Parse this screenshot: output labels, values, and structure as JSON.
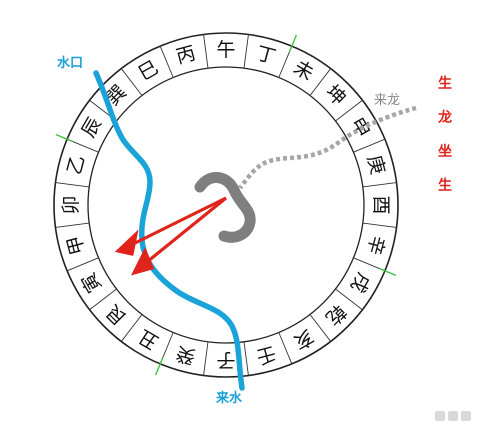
{
  "ring": {
    "characters": [
      "午",
      "丁",
      "未",
      "坤",
      "申",
      "庚",
      "酉",
      "辛",
      "戌",
      "乾",
      "亥",
      "壬",
      "子",
      "癸",
      "丑",
      "艮",
      "寅",
      "甲",
      "卯",
      "乙",
      "辰",
      "巽",
      "巳",
      "丙"
    ]
  },
  "labels": {
    "water_outlet": "水口",
    "incoming_water": "来水",
    "incoming_dragon": "来龙",
    "side_text": [
      "生",
      "龙",
      "坐",
      "生"
    ]
  },
  "colors": {
    "river": "#1aa3d9",
    "arrow": "#e0231b",
    "dragon_path": "#a6a6a6",
    "marker": "#7f7f7f",
    "tick": "#3cc43c"
  },
  "icons": {
    "center": "gray-hook-marker",
    "arrows": "red-arrows"
  }
}
